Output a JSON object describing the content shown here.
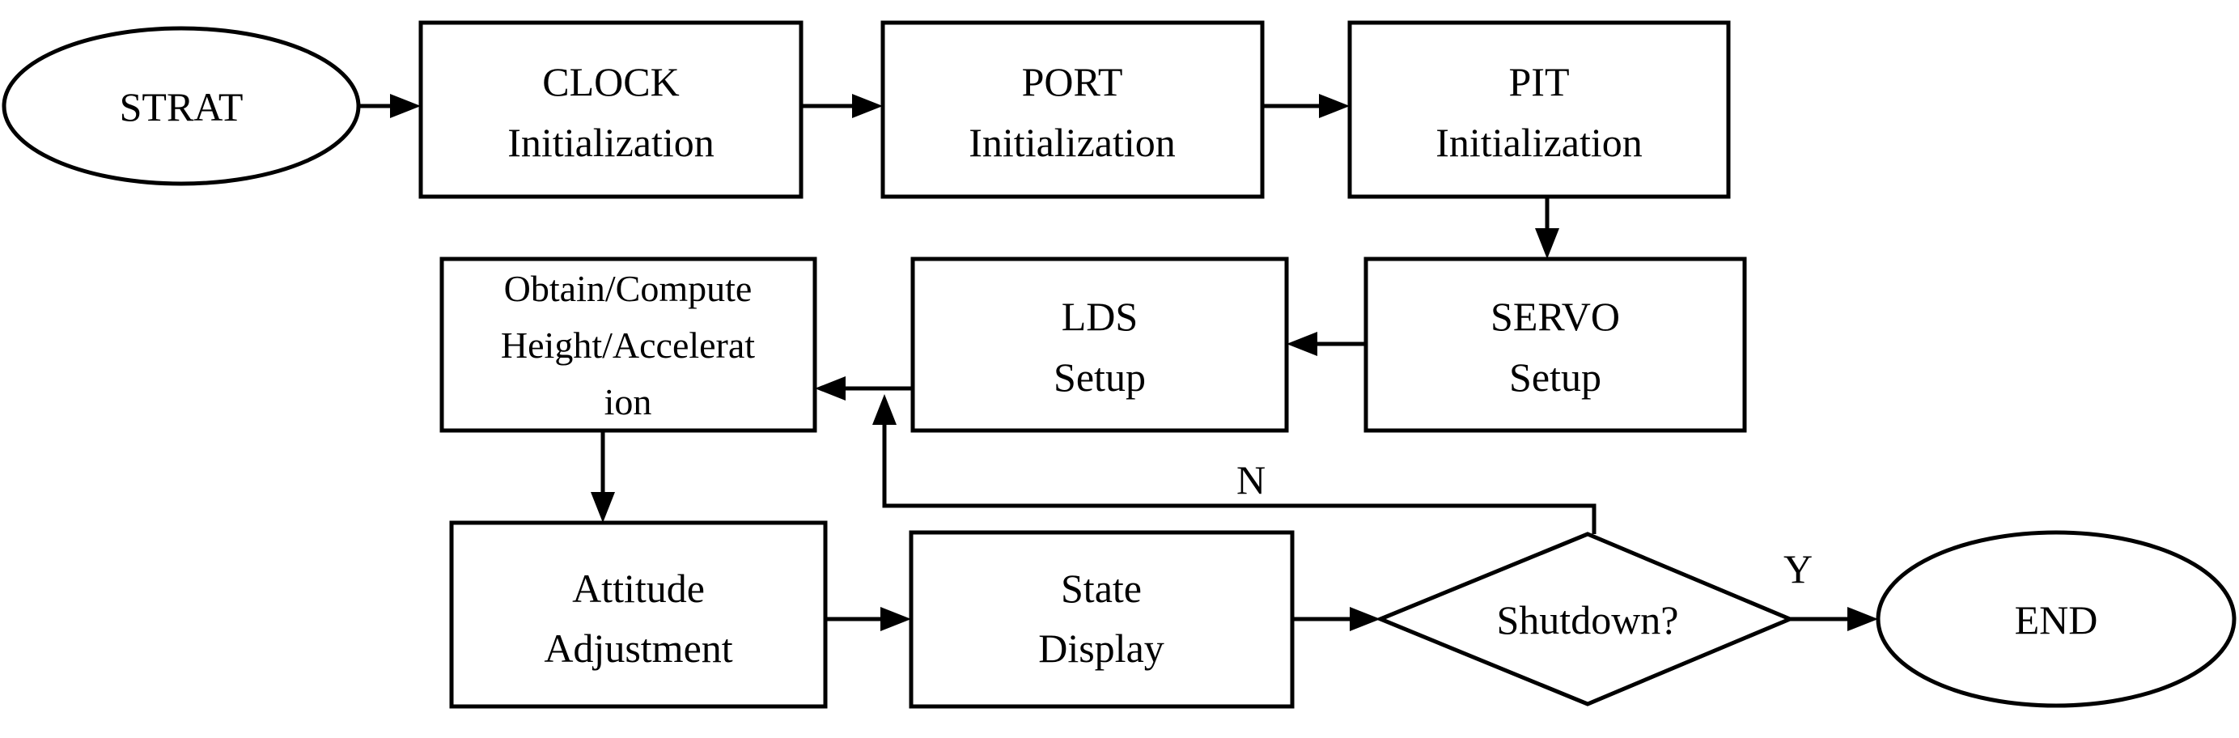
{
  "nodes": {
    "start": {
      "label": "STRAT"
    },
    "clock": {
      "line1": "CLOCK",
      "line2": "Initialization"
    },
    "port": {
      "line1": "PORT",
      "line2": "Initialization"
    },
    "pit": {
      "line1": "PIT",
      "line2": "Initialization"
    },
    "servo": {
      "line1": "SERVO",
      "line2": "Setup"
    },
    "lds": {
      "line1": "LDS",
      "line2": "Setup"
    },
    "obtain": {
      "line1": "Obtain/Compute",
      "line2": "Height/Accelerat",
      "line3": "ion"
    },
    "attitude": {
      "line1": "Attitude",
      "line2": "Adjustment"
    },
    "state": {
      "line1": "State",
      "line2": "Display"
    },
    "shutdown": {
      "label": "Shutdown?"
    },
    "end": {
      "label": "END"
    }
  },
  "edges": {
    "no_label": "N",
    "yes_label": "Y"
  }
}
